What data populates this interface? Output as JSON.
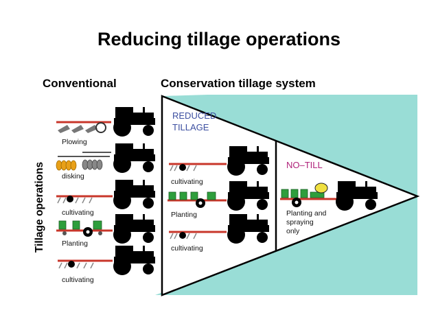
{
  "title": "Reducing tillage operations",
  "headers": {
    "conventional": "Conventional",
    "conservation": "Conservation tillage system"
  },
  "axis_label": "Tillage operations",
  "conventional": [
    "Plowing",
    "disking",
    "cultivating",
    "Planting",
    "cultivating"
  ],
  "reduced": {
    "heading_line1": "REDUCED",
    "heading_line2": "TILLAGE",
    "steps": [
      "cultivating",
      "Planting",
      "cultivating"
    ]
  },
  "no_till": {
    "heading": "NO–TILL",
    "step_line1": "Planting and",
    "step_line2": "spraying",
    "step_line3": "only"
  },
  "colors": {
    "background_fill": "#99ddd6",
    "reduced_text": "#3b4ea0",
    "no_till_text": "#b0227a",
    "implement_red": "#c8362a",
    "planter_green": "#2e9e3c",
    "disk_orange": "#e8a018",
    "tractor": "#000000"
  }
}
